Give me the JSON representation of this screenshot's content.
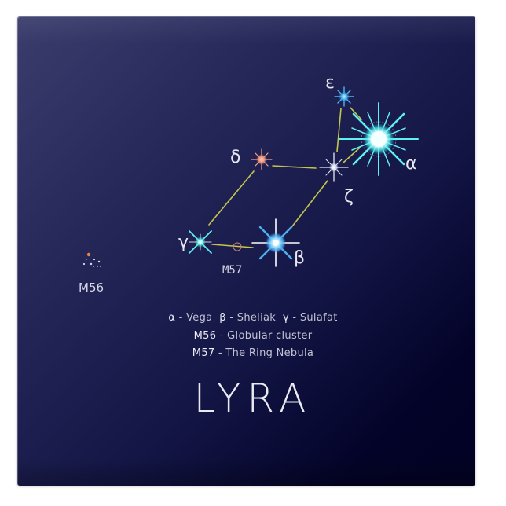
{
  "constellation": {
    "title": "LYRA",
    "stars": [
      {
        "greek": "α",
        "name": "Vega",
        "color": "#7ff3f0"
      },
      {
        "greek": "β",
        "name": "Sheliak",
        "color": "#6cc8f5"
      },
      {
        "greek": "γ",
        "name": "Sulafat",
        "color": "#5ef2ea"
      },
      {
        "greek": "δ",
        "name": "",
        "color": "#f2a08a"
      },
      {
        "greek": "ε",
        "name": "",
        "color": "#4fb6ee"
      },
      {
        "greek": "ζ",
        "name": "",
        "color": "#ffffff"
      }
    ],
    "objects": [
      {
        "id": "M56",
        "label": "M56"
      },
      {
        "id": "M57",
        "label": "M57"
      }
    ]
  },
  "legend": {
    "line1": {
      "a_sym": "α",
      "a_sep": " - ",
      "a_name": "Vega",
      "b_sym": "β",
      "b_sep": " - ",
      "b_name": "Sheliak",
      "g_sym": "γ",
      "g_sep": " - ",
      "g_name": "Sulafat"
    },
    "line2": {
      "id": "M56",
      "sep": " - ",
      "desc": "Globular cluster"
    },
    "line3": {
      "id": "M57",
      "sep": " - ",
      "desc": "The Ring Nebula"
    }
  },
  "colors": {
    "background_light": "#3a3d6c",
    "background_dark": "#020224",
    "lines": "#d8d84a",
    "text": "#e8e8f0"
  }
}
